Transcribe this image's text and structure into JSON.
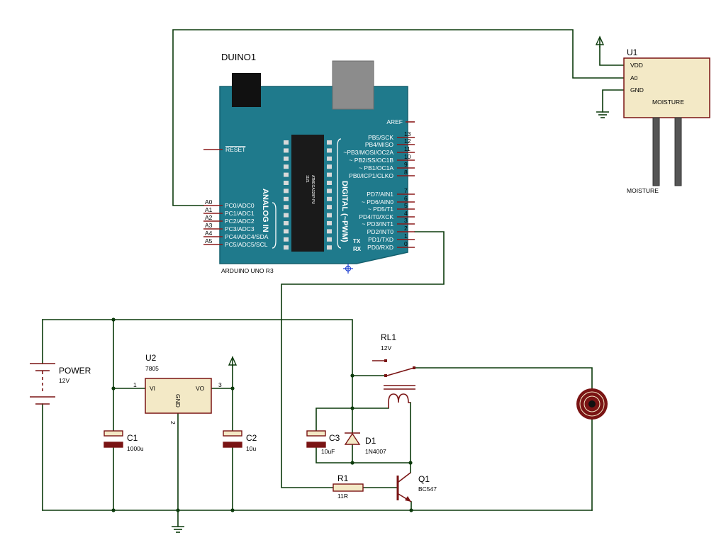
{
  "arduino": {
    "name": "DUINO1",
    "model": "ARDUINO UNO R3",
    "chip": "ATMEGA328P-PU",
    "chip_code": "1121",
    "analog_label": "ANALOG IN",
    "digital_label": "DIGITAL (~PWM)",
    "reset_label": "RESET",
    "aref_label": "AREF",
    "tx_label": "TX",
    "rx_label": "RX",
    "analog_pins": [
      {
        "num": "A0",
        "name": "PC0/ADC0"
      },
      {
        "num": "A1",
        "name": "PC1/ADC1"
      },
      {
        "num": "A2",
        "name": "PC2/ADC2"
      },
      {
        "num": "A3",
        "name": "PC3/ADC3"
      },
      {
        "num": "A4",
        "name": "PC4/ADC4/SDA"
      },
      {
        "num": "A5",
        "name": "PC5/ADC5/SCL"
      }
    ],
    "digital_pins": [
      {
        "num": "13",
        "name": "PB5/SCK"
      },
      {
        "num": "12",
        "name": "PB4/MISO"
      },
      {
        "num": "11",
        "name": "~PB3/MOSI/OC2A"
      },
      {
        "num": "10",
        "name": "~ PB2/SS/OC1B"
      },
      {
        "num": "9",
        "name": "~ PB1/OC1A"
      },
      {
        "num": "8",
        "name": "PB0/ICP1/CLKO"
      },
      {
        "num": "7",
        "name": "PD7/AIN1"
      },
      {
        "num": "6",
        "name": "~ PD6/AIN0"
      },
      {
        "num": "5",
        "name": "~ PD5/T1"
      },
      {
        "num": "4",
        "name": "PD4/T0/XCK"
      },
      {
        "num": "3",
        "name": "~ PD3/INT1"
      },
      {
        "num": "2",
        "name": "PD2/INT0"
      },
      {
        "num": "1",
        "name": "PD1/TXD"
      },
      {
        "num": "0",
        "name": "PD0/RXD"
      }
    ]
  },
  "sensor": {
    "ref": "U1",
    "title": "MOISTURE",
    "probe_label": "MOISTURE",
    "pins": [
      "VDD",
      "A0",
      "GND"
    ]
  },
  "regulator": {
    "ref": "U2",
    "value": "7805",
    "vi": "VI",
    "vo": "VO",
    "gnd": "GND",
    "pin1": "1",
    "pin2": "2",
    "pin3": "3"
  },
  "power": {
    "ref": "POWER",
    "value": "12V"
  },
  "c1": {
    "ref": "C1",
    "value": "1000u"
  },
  "c2": {
    "ref": "C2",
    "value": "10u"
  },
  "c3": {
    "ref": "C3",
    "value": "10uF"
  },
  "d1": {
    "ref": "D1",
    "value": "1N4007"
  },
  "rl1": {
    "ref": "RL1",
    "value": "12V"
  },
  "r1": {
    "ref": "R1",
    "value": "11R"
  },
  "q1": {
    "ref": "Q1",
    "value": "BC547"
  },
  "colors": {
    "board": "#1f7a8c",
    "board_edge": "#15606e",
    "wire": "#0b3a0b",
    "component": "#7a1414",
    "component_fill": "#f3e9c6",
    "usb": "#8c8c8c",
    "chip": "#1a1a1a"
  }
}
